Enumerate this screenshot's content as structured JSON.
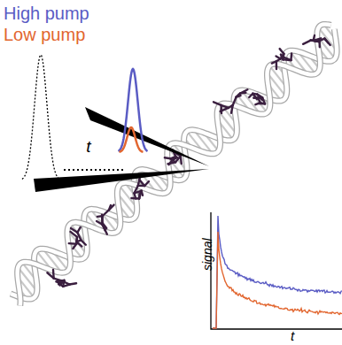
{
  "diagram": {
    "labels": [
      "High pump",
      "Low pump",
      "t",
      "signal",
      "t"
    ]
  }
}
